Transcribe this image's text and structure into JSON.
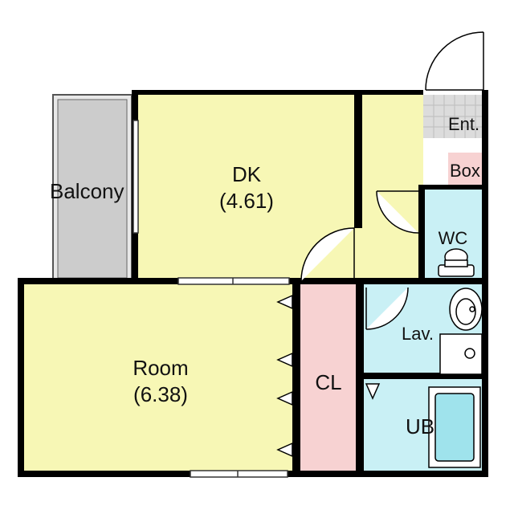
{
  "rooms": {
    "balcony": {
      "label": "Balcony"
    },
    "dk": {
      "label": "DK",
      "area": "(4.61)"
    },
    "room": {
      "label": "Room",
      "area": "(6.38)"
    },
    "cl": {
      "label": "CL"
    },
    "ent": {
      "label": "Ent."
    },
    "box": {
      "label": "Box"
    },
    "wc": {
      "label": "WC"
    },
    "lav": {
      "label": "Lav."
    },
    "ub": {
      "label": "UB"
    }
  },
  "colors": {
    "room_yellow": "#f7f7b5",
    "closet_pink": "#f7d2d2",
    "wet_blue": "#c9f0f5",
    "balcony_grey": "#cccccc",
    "entrance_tile": "#dcdcdc",
    "wall": "#000000"
  }
}
